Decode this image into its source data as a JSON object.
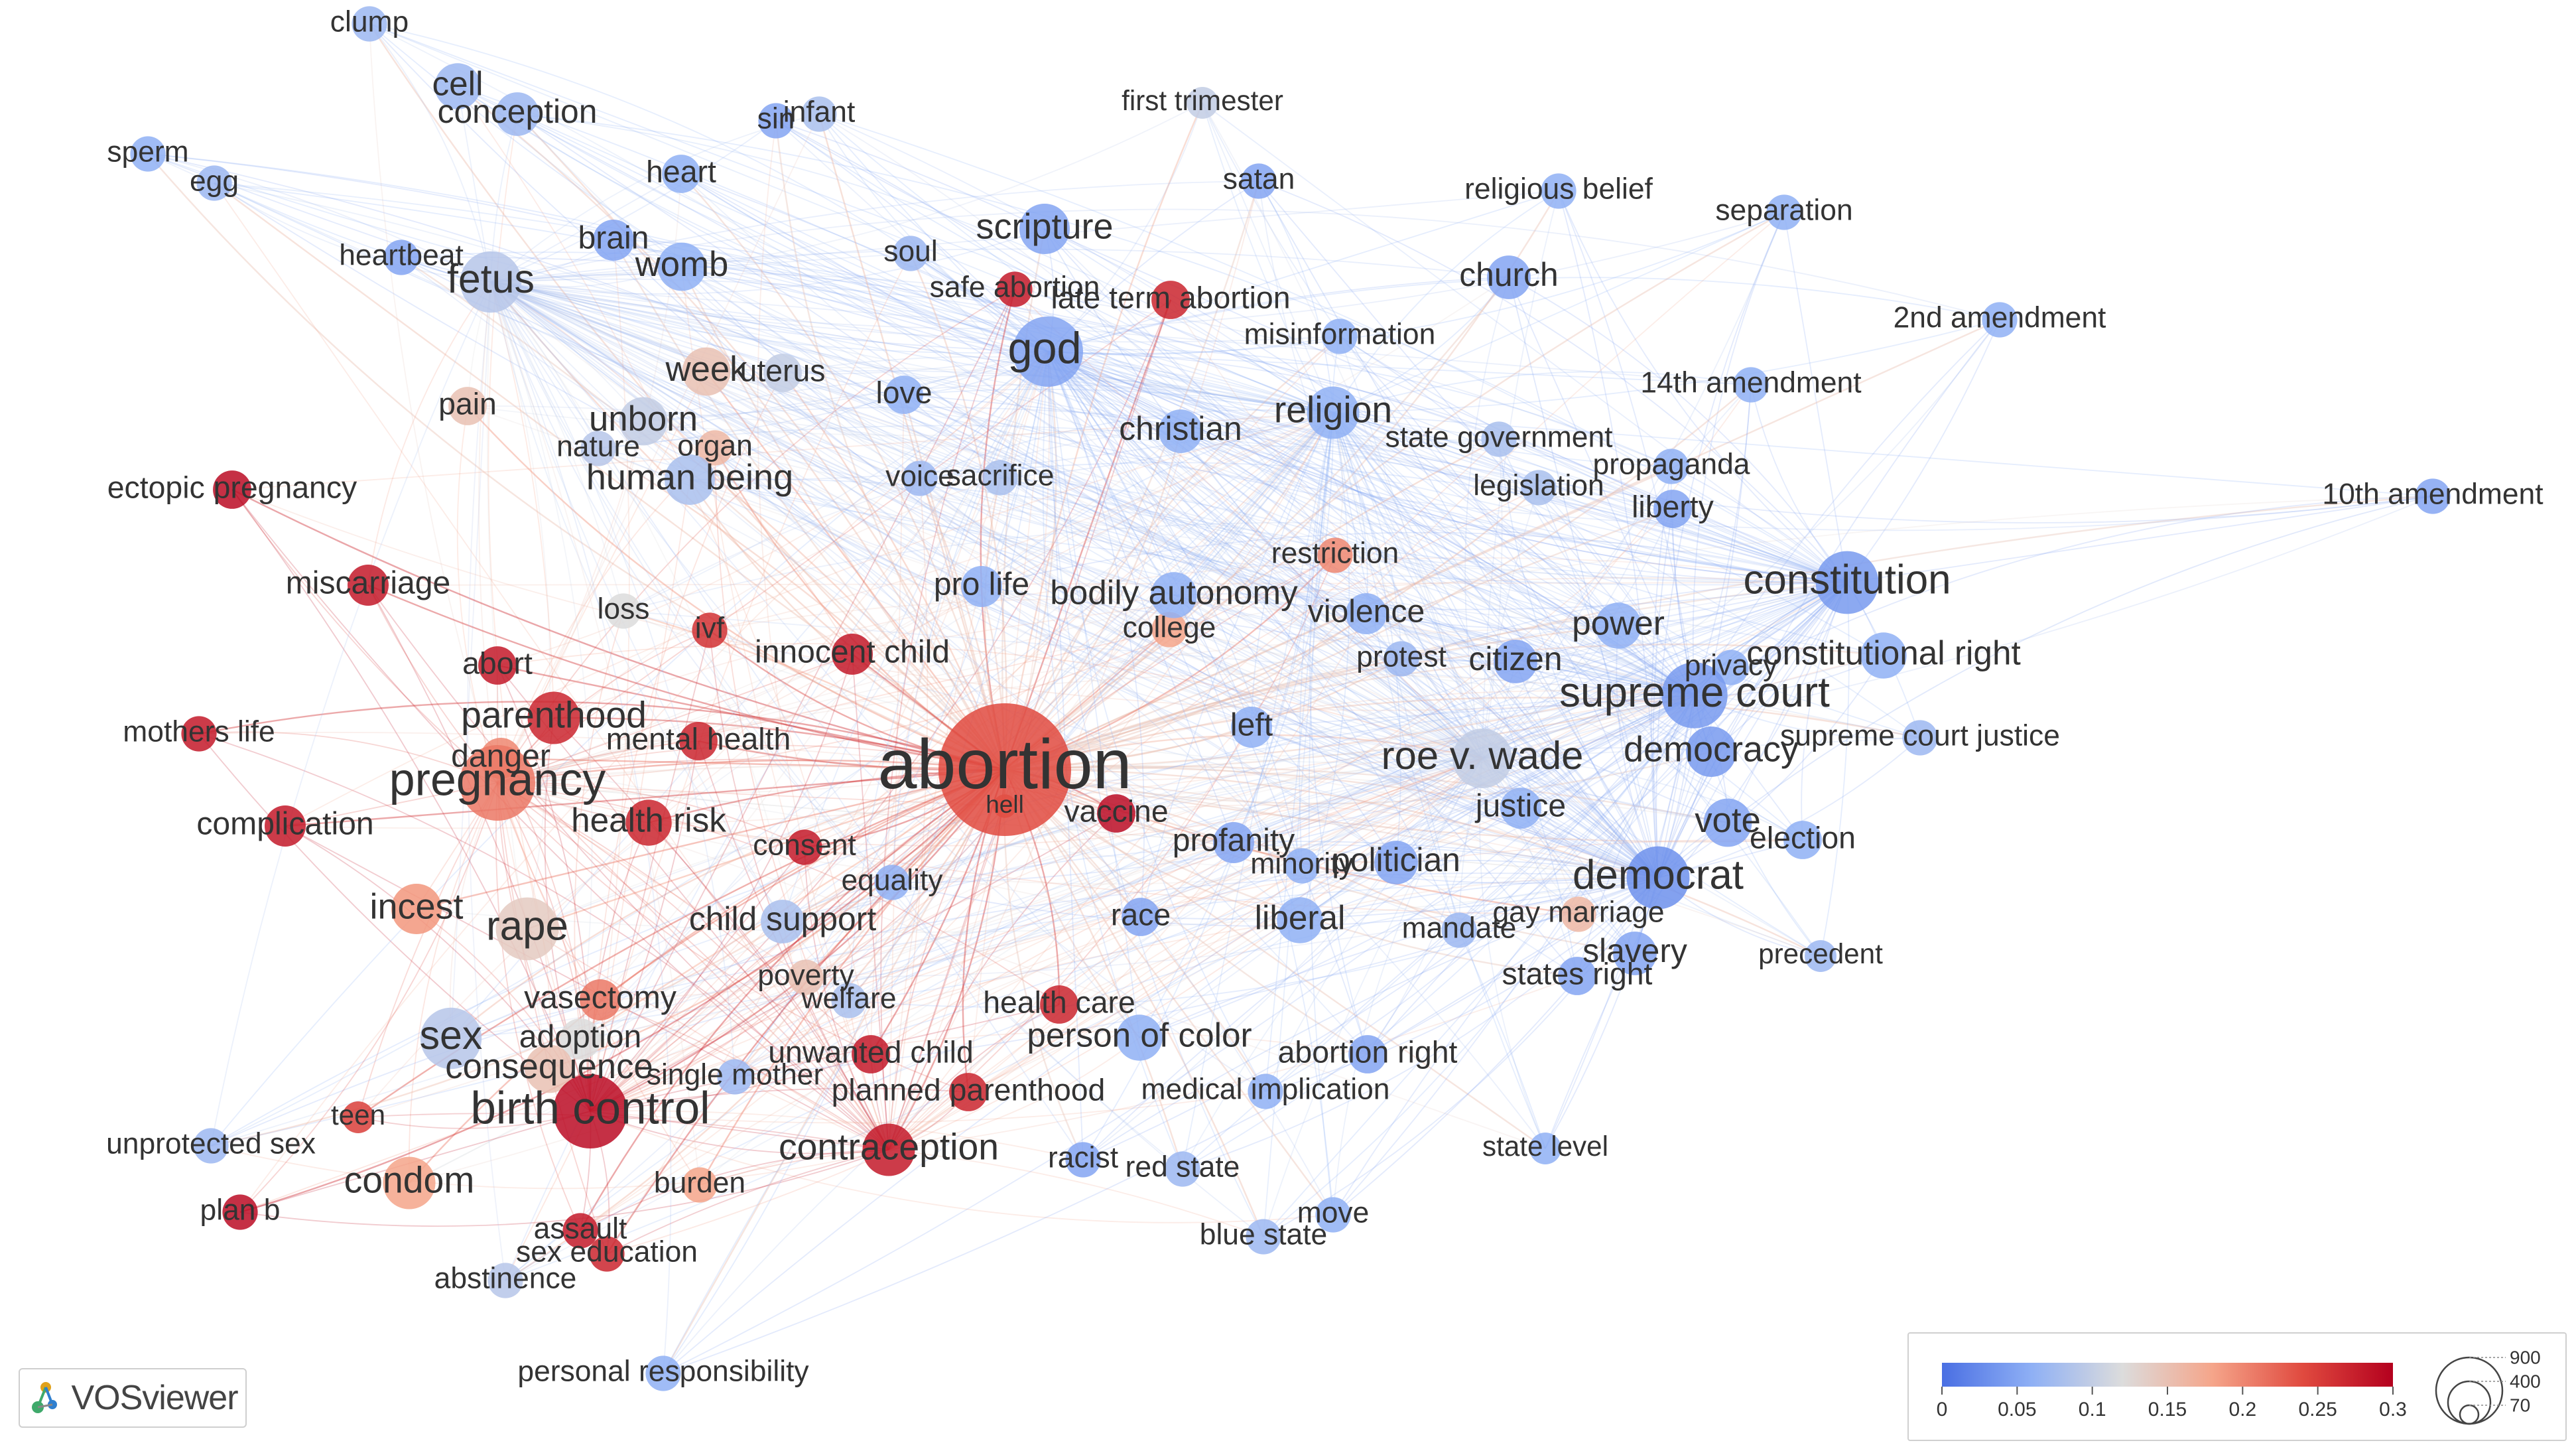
{
  "logo": {
    "text": "VOSviewer",
    "icon": "vosviewer-logo-icon"
  },
  "legend": {
    "color_ticks": [
      "0",
      "0.05",
      "0.1",
      "0.15",
      "0.2",
      "0.25",
      "0.3"
    ],
    "color_scale": [
      "#4a6fe3",
      "#8fb0f5",
      "#dcdcdc",
      "#f5a58a",
      "#e04a3f",
      "#b4001e"
    ],
    "size_ticks": [
      "900",
      "400",
      "70"
    ]
  },
  "nodes": [
    {
      "id": "abortion",
      "label": "abortion",
      "value": 0.24,
      "size": 900
    },
    {
      "id": "hell",
      "label": "hell",
      "value": 0.22,
      "size": 12
    },
    {
      "id": "god",
      "label": "god",
      "value": 0.05,
      "size": 220
    },
    {
      "id": "fetus",
      "label": "fetus",
      "value": 0.09,
      "size": 160
    },
    {
      "id": "pregnancy",
      "label": "pregnancy",
      "value": 0.21,
      "size": 260
    },
    {
      "id": "birth_control",
      "label": "birth control",
      "value": 0.29,
      "size": 250
    },
    {
      "id": "rape",
      "label": "rape",
      "value": 0.14,
      "size": 170
    },
    {
      "id": "sex",
      "label": "sex",
      "value": 0.09,
      "size": 160
    },
    {
      "id": "constitution",
      "label": "constitution",
      "value": 0.04,
      "size": 170
    },
    {
      "id": "supreme_court",
      "label": "supreme court",
      "value": 0.04,
      "size": 190
    },
    {
      "id": "roe_v_wade",
      "label": "roe v. wade",
      "value": 0.1,
      "size": 150
    },
    {
      "id": "democrat",
      "label": "democrat",
      "value": 0.03,
      "size": 170
    },
    {
      "id": "religion",
      "label": "religion",
      "value": 0.06,
      "size": 110
    },
    {
      "id": "scripture",
      "label": "scripture",
      "value": 0.05,
      "size": 100
    },
    {
      "id": "parenthood",
      "label": "parenthood",
      "value": 0.27,
      "size": 110
    },
    {
      "id": "contraception",
      "label": "contraception",
      "value": 0.28,
      "size": 110
    },
    {
      "id": "incest",
      "label": "incest",
      "value": 0.19,
      "size": 100
    },
    {
      "id": "condom",
      "label": "condom",
      "value": 0.18,
      "size": 110
    },
    {
      "id": "womb",
      "label": "womb",
      "value": 0.06,
      "size": 90
    },
    {
      "id": "unborn",
      "label": "unborn",
      "value": 0.1,
      "size": 90
    },
    {
      "id": "human_being",
      "label": "human being",
      "value": 0.08,
      "size": 100
    },
    {
      "id": "week",
      "label": "week",
      "value": 0.15,
      "size": 90
    },
    {
      "id": "cell",
      "label": "cell",
      "value": 0.07,
      "size": 80
    },
    {
      "id": "clump",
      "label": "clump",
      "value": 0.07,
      "size": 40
    },
    {
      "id": "conception",
      "label": "conception",
      "value": 0.07,
      "size": 70
    },
    {
      "id": "sperm",
      "label": "sperm",
      "value": 0.06,
      "size": 40
    },
    {
      "id": "egg",
      "label": "egg",
      "value": 0.07,
      "size": 40
    },
    {
      "id": "heart",
      "label": "heart",
      "value": 0.06,
      "size": 50
    },
    {
      "id": "brain",
      "label": "brain",
      "value": 0.05,
      "size": 60
    },
    {
      "id": "heartbeat",
      "label": "heartbeat",
      "value": 0.05,
      "size": 40
    },
    {
      "id": "sin",
      "label": "sin",
      "value": 0.05,
      "size": 40
    },
    {
      "id": "infant",
      "label": "infant",
      "value": 0.08,
      "size": 40
    },
    {
      "id": "soul",
      "label": "soul",
      "value": 0.07,
      "size": 40
    },
    {
      "id": "first_trimester",
      "label": "first trimester",
      "value": 0.1,
      "size": 30
    },
    {
      "id": "satan",
      "label": "satan",
      "value": 0.05,
      "size": 40
    },
    {
      "id": "safe_abortion",
      "label": "safe abortion",
      "value": 0.28,
      "size": 40
    },
    {
      "id": "late_term_abortion",
      "label": "late term abortion",
      "value": 0.27,
      "size": 50
    },
    {
      "id": "religious_belief",
      "label": "religious belief",
      "value": 0.06,
      "size": 40
    },
    {
      "id": "separation",
      "label": "separation",
      "value": 0.06,
      "size": 40
    },
    {
      "id": "church",
      "label": "church",
      "value": 0.05,
      "size": 70
    },
    {
      "id": "misinformation",
      "label": "misinformation",
      "value": 0.06,
      "size": 40
    },
    {
      "id": "2nd_amendment",
      "label": "2nd amendment",
      "value": 0.06,
      "size": 40
    },
    {
      "id": "14th_amendment",
      "label": "14th amendment",
      "value": 0.06,
      "size": 40
    },
    {
      "id": "10th_amendment",
      "label": "10th amendment",
      "value": 0.05,
      "size": 40
    },
    {
      "id": "uterus",
      "label": "uterus",
      "value": 0.1,
      "size": 50
    },
    {
      "id": "pain",
      "label": "pain",
      "value": 0.15,
      "size": 50
    },
    {
      "id": "love",
      "label": "love",
      "value": 0.06,
      "size": 50
    },
    {
      "id": "christian",
      "label": "christian",
      "value": 0.06,
      "size": 70
    },
    {
      "id": "state_government",
      "label": "state government",
      "value": 0.08,
      "size": 40
    },
    {
      "id": "nature",
      "label": "nature",
      "value": 0.09,
      "size": 40
    },
    {
      "id": "organ",
      "label": "organ",
      "value": 0.16,
      "size": 40
    },
    {
      "id": "propaganda",
      "label": "propaganda",
      "value": 0.06,
      "size": 40
    },
    {
      "id": "legislation",
      "label": "legislation",
      "value": 0.08,
      "size": 40
    },
    {
      "id": "ectopic_pregnancy",
      "label": "ectopic pregnancy",
      "value": 0.29,
      "size": 50
    },
    {
      "id": "voice",
      "label": "voice",
      "value": 0.07,
      "size": 40
    },
    {
      "id": "sacrifice",
      "label": "sacrifice",
      "value": 0.08,
      "size": 40
    },
    {
      "id": "liberty",
      "label": "liberty",
      "value": 0.05,
      "size": 50
    },
    {
      "id": "restriction",
      "label": "restriction",
      "value": 0.2,
      "size": 40
    },
    {
      "id": "miscarriage",
      "label": "miscarriage",
      "value": 0.28,
      "size": 60
    },
    {
      "id": "pro_life",
      "label": "pro life",
      "value": 0.06,
      "size": 60
    },
    {
      "id": "bodily_autonomy",
      "label": "bodily autonomy",
      "value": 0.06,
      "size": 80
    },
    {
      "id": "college",
      "label": "college",
      "value": 0.18,
      "size": 40
    },
    {
      "id": "violence",
      "label": "violence",
      "value": 0.06,
      "size": 60
    },
    {
      "id": "power",
      "label": "power",
      "value": 0.06,
      "size": 80
    },
    {
      "id": "loss",
      "label": "loss",
      "value": 0.12,
      "size": 40
    },
    {
      "id": "ivf",
      "label": "ivf",
      "value": 0.26,
      "size": 40
    },
    {
      "id": "innocent_child",
      "label": "innocent child",
      "value": 0.28,
      "size": 60
    },
    {
      "id": "protest",
      "label": "protest",
      "value": 0.07,
      "size": 40
    },
    {
      "id": "citizen",
      "label": "citizen",
      "value": 0.05,
      "size": 70
    },
    {
      "id": "privacy",
      "label": "privacy",
      "value": 0.06,
      "size": 40
    },
    {
      "id": "constitutional_right",
      "label": "constitutional right",
      "value": 0.06,
      "size": 80
    },
    {
      "id": "abort",
      "label": "abort",
      "value": 0.28,
      "size": 50
    },
    {
      "id": "mothers_life",
      "label": "mothers life",
      "value": 0.28,
      "size": 40
    },
    {
      "id": "mental_health",
      "label": "mental health",
      "value": 0.27,
      "size": 50
    },
    {
      "id": "left",
      "label": "left",
      "value": 0.06,
      "size": 60
    },
    {
      "id": "supreme_court_justice",
      "label": "supreme court justice",
      "value": 0.07,
      "size": 40
    },
    {
      "id": "danger",
      "label": "danger",
      "value": 0.2,
      "size": 60
    },
    {
      "id": "democracy",
      "label": "democracy",
      "value": 0.04,
      "size": 100
    },
    {
      "id": "justice",
      "label": "justice",
      "value": 0.06,
      "size": 60
    },
    {
      "id": "health_risk",
      "label": "health risk",
      "value": 0.27,
      "size": 80
    },
    {
      "id": "vaccine",
      "label": "vaccine",
      "value": 0.29,
      "size": 50
    },
    {
      "id": "complication",
      "label": "complication",
      "value": 0.28,
      "size": 60
    },
    {
      "id": "profanity",
      "label": "profanity",
      "value": 0.05,
      "size": 60
    },
    {
      "id": "vote",
      "label": "vote",
      "value": 0.05,
      "size": 90
    },
    {
      "id": "election",
      "label": "election",
      "value": 0.06,
      "size": 50
    },
    {
      "id": "consent",
      "label": "consent",
      "value": 0.28,
      "size": 40
    },
    {
      "id": "minority",
      "label": "minority",
      "value": 0.06,
      "size": 40
    },
    {
      "id": "politician",
      "label": "politician",
      "value": 0.05,
      "size": 70
    },
    {
      "id": "equality",
      "label": "equality",
      "value": 0.06,
      "size": 40
    },
    {
      "id": "gay_marriage",
      "label": "gay marriage",
      "value": 0.16,
      "size": 40
    },
    {
      "id": "child_support",
      "label": "child support",
      "value": 0.08,
      "size": 70
    },
    {
      "id": "race",
      "label": "race",
      "value": 0.05,
      "size": 50
    },
    {
      "id": "liberal",
      "label": "liberal",
      "value": 0.06,
      "size": 80
    },
    {
      "id": "mandate",
      "label": "mandate",
      "value": 0.07,
      "size": 40
    },
    {
      "id": "slavery",
      "label": "slavery",
      "value": 0.05,
      "size": 70
    },
    {
      "id": "precedent",
      "label": "precedent",
      "value": 0.07,
      "size": 30
    },
    {
      "id": "poverty",
      "label": "poverty",
      "value": 0.15,
      "size": 40
    },
    {
      "id": "states_right",
      "label": "states right",
      "value": 0.05,
      "size": 50
    },
    {
      "id": "welfare",
      "label": "welfare",
      "value": 0.08,
      "size": 40
    },
    {
      "id": "vasectomy",
      "label": "vasectomy",
      "value": 0.21,
      "size": 60
    },
    {
      "id": "health_care",
      "label": "health care",
      "value": 0.27,
      "size": 50
    },
    {
      "id": "adoption",
      "label": "adoption",
      "value": 0.12,
      "size": 60
    },
    {
      "id": "person_of_color",
      "label": "person of color",
      "value": 0.06,
      "size": 80
    },
    {
      "id": "unwanted_child",
      "label": "unwanted child",
      "value": 0.28,
      "size": 50
    },
    {
      "id": "abortion_right",
      "label": "abortion right",
      "value": 0.05,
      "size": 50
    },
    {
      "id": "consequence",
      "label": "consequence",
      "value": 0.15,
      "size": 90
    },
    {
      "id": "single_mother",
      "label": "single mother",
      "value": 0.07,
      "size": 40
    },
    {
      "id": "planned_parenthood",
      "label": "planned parenthood",
      "value": 0.27,
      "size": 50
    },
    {
      "id": "medical_implication",
      "label": "medical implication",
      "value": 0.06,
      "size": 40
    },
    {
      "id": "teen",
      "label": "teen",
      "value": 0.25,
      "size": 30
    },
    {
      "id": "unprotected_sex",
      "label": "unprotected sex",
      "value": 0.07,
      "size": 40
    },
    {
      "id": "state_level",
      "label": "state level",
      "value": 0.06,
      "size": 30
    },
    {
      "id": "racist",
      "label": "racist",
      "value": 0.05,
      "size": 40
    },
    {
      "id": "red_state",
      "label": "red state",
      "value": 0.07,
      "size": 40
    },
    {
      "id": "burden",
      "label": "burden",
      "value": 0.18,
      "size": 40
    },
    {
      "id": "plan_b",
      "label": "plan b",
      "value": 0.29,
      "size": 40
    },
    {
      "id": "move",
      "label": "move",
      "value": 0.06,
      "size": 40
    },
    {
      "id": "assault",
      "label": "assault",
      "value": 0.28,
      "size": 40
    },
    {
      "id": "blue_state",
      "label": "blue state",
      "value": 0.07,
      "size": 40
    },
    {
      "id": "sex_education",
      "label": "sex education",
      "value": 0.27,
      "size": 40
    },
    {
      "id": "abstinence",
      "label": "abstinence",
      "value": 0.09,
      "size": 40
    },
    {
      "id": "personal_responsibility",
      "label": "personal responsibility",
      "value": 0.06,
      "size": 40
    }
  ]
}
